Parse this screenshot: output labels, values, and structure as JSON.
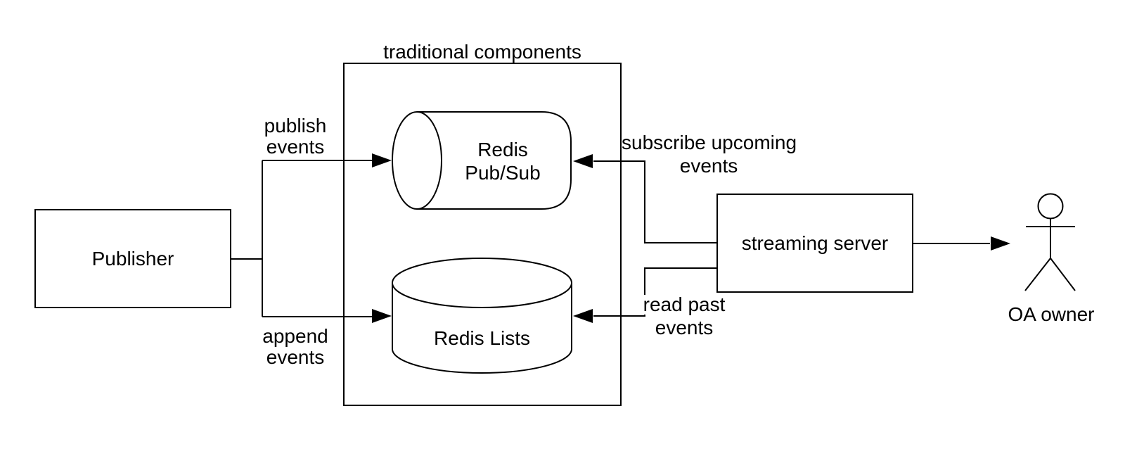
{
  "diagram": {
    "title": "traditional components",
    "colors": {
      "stroke": "#000000",
      "background": "#ffffff"
    },
    "nodes": {
      "publisher": {
        "label": "Publisher"
      },
      "traditional_group": {
        "label": "traditional components"
      },
      "redis_pubsub": {
        "label_line1": "Redis",
        "label_line2": "Pub/Sub"
      },
      "redis_lists": {
        "label": "Redis Lists"
      },
      "streaming_server": {
        "label": "streaming server"
      },
      "oa_owner": {
        "label": "OA owner"
      }
    },
    "edges": {
      "publish_events": {
        "label_line1": "publish",
        "label_line2": "events"
      },
      "append_events": {
        "label_line1": "append",
        "label_line2": "events"
      },
      "subscribe_upcoming_events": {
        "label_line1": "subscribe upcoming",
        "label_line2": "events"
      },
      "read_past_events": {
        "label_line1": "read past",
        "label_line2": "events"
      }
    }
  }
}
